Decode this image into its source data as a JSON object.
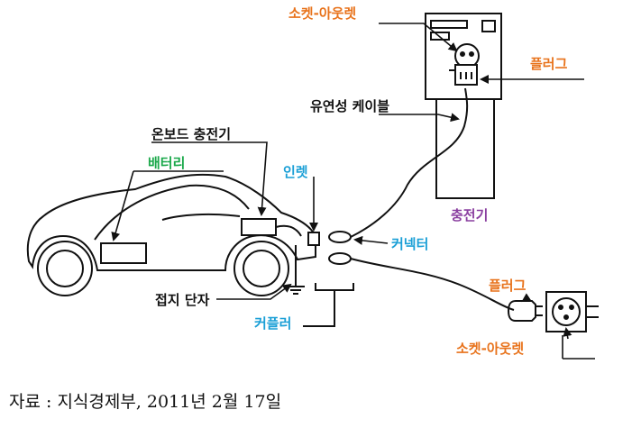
{
  "labels": {
    "socket_top": "소켓-아웃렛",
    "plug_top": "플러그",
    "flex_cable": "유연성 케이블",
    "onboard_charger": "온보드 충전기",
    "battery": "배터리",
    "inlet": "인렛",
    "charger": "충전기",
    "connector": "커넥터",
    "ground_terminal": "접지 단자",
    "coupler": "커플러",
    "plug_bottom": "플러그",
    "socket_bottom": "소켓-아웃렛"
  },
  "source": "자료 : 지식경제부, 2011년 2월 17일",
  "colors": {
    "orange": "#e8731c",
    "green": "#1aa84a",
    "cyan": "#1a9fd6",
    "purple": "#8a3fa0",
    "black": "#111111"
  }
}
